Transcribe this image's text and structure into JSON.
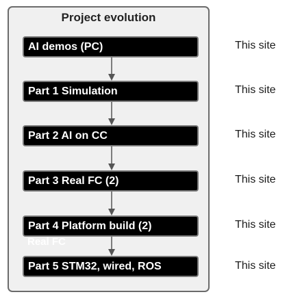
{
  "diagram": {
    "title": "Project evolution",
    "steps": [
      {
        "label": "AI demos (PC)",
        "note": "This site"
      },
      {
        "label": "Part 1 Simulation",
        "note": "This site"
      },
      {
        "label": "Part 2 AI on CC",
        "note": "This site"
      },
      {
        "label": "Part 3 Real FC (2)",
        "note": "This site"
      },
      {
        "label": "Part 4 Platform build (2)",
        "note": "This site"
      },
      {
        "label": "Part 5 STM32, wired, ROS",
        "note": "This site"
      }
    ],
    "overflow_text": "Real FC"
  },
  "colors": {
    "panel_bg": "#f0f0f0",
    "panel_border": "#6b6b6b",
    "step_bg": "#000000",
    "step_text": "#ffffff",
    "arrow": "#555555"
  }
}
